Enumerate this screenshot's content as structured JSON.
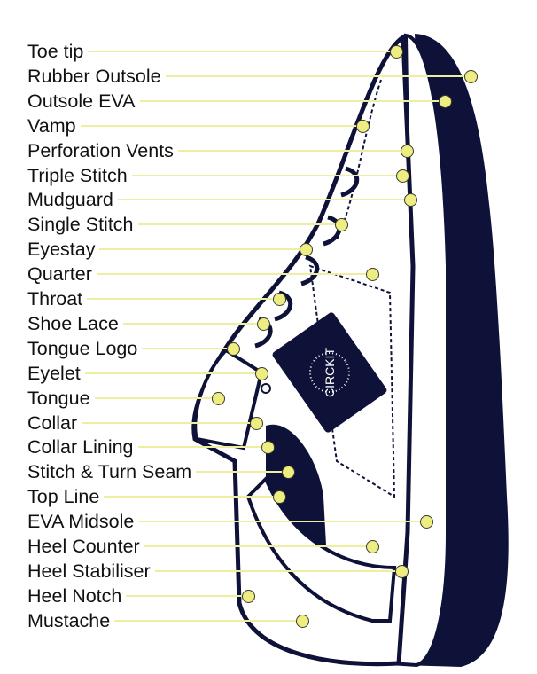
{
  "colors": {
    "navy": "#0f1238",
    "dot": "#eded82",
    "leader": "#eeeea0"
  },
  "logo_text": "CIRCKIT",
  "labels": [
    "Toe tip",
    "Rubber Outsole",
    "Outsole EVA",
    "Vamp",
    "Perforation Vents",
    "Triple Stitch",
    "Mudguard",
    "Single Stitch",
    "Eyestay",
    "Quarter",
    "Throat",
    "Shoe Lace",
    "Tongue Logo",
    "Eyelet",
    "Tongue",
    "Collar",
    "Collar Lining",
    "Stitch & Turn Seam",
    "Top Line",
    "EVA Midsole",
    "Heel Counter",
    "Heel Stabiliser",
    "Heel Notch",
    "Mustache"
  ]
}
